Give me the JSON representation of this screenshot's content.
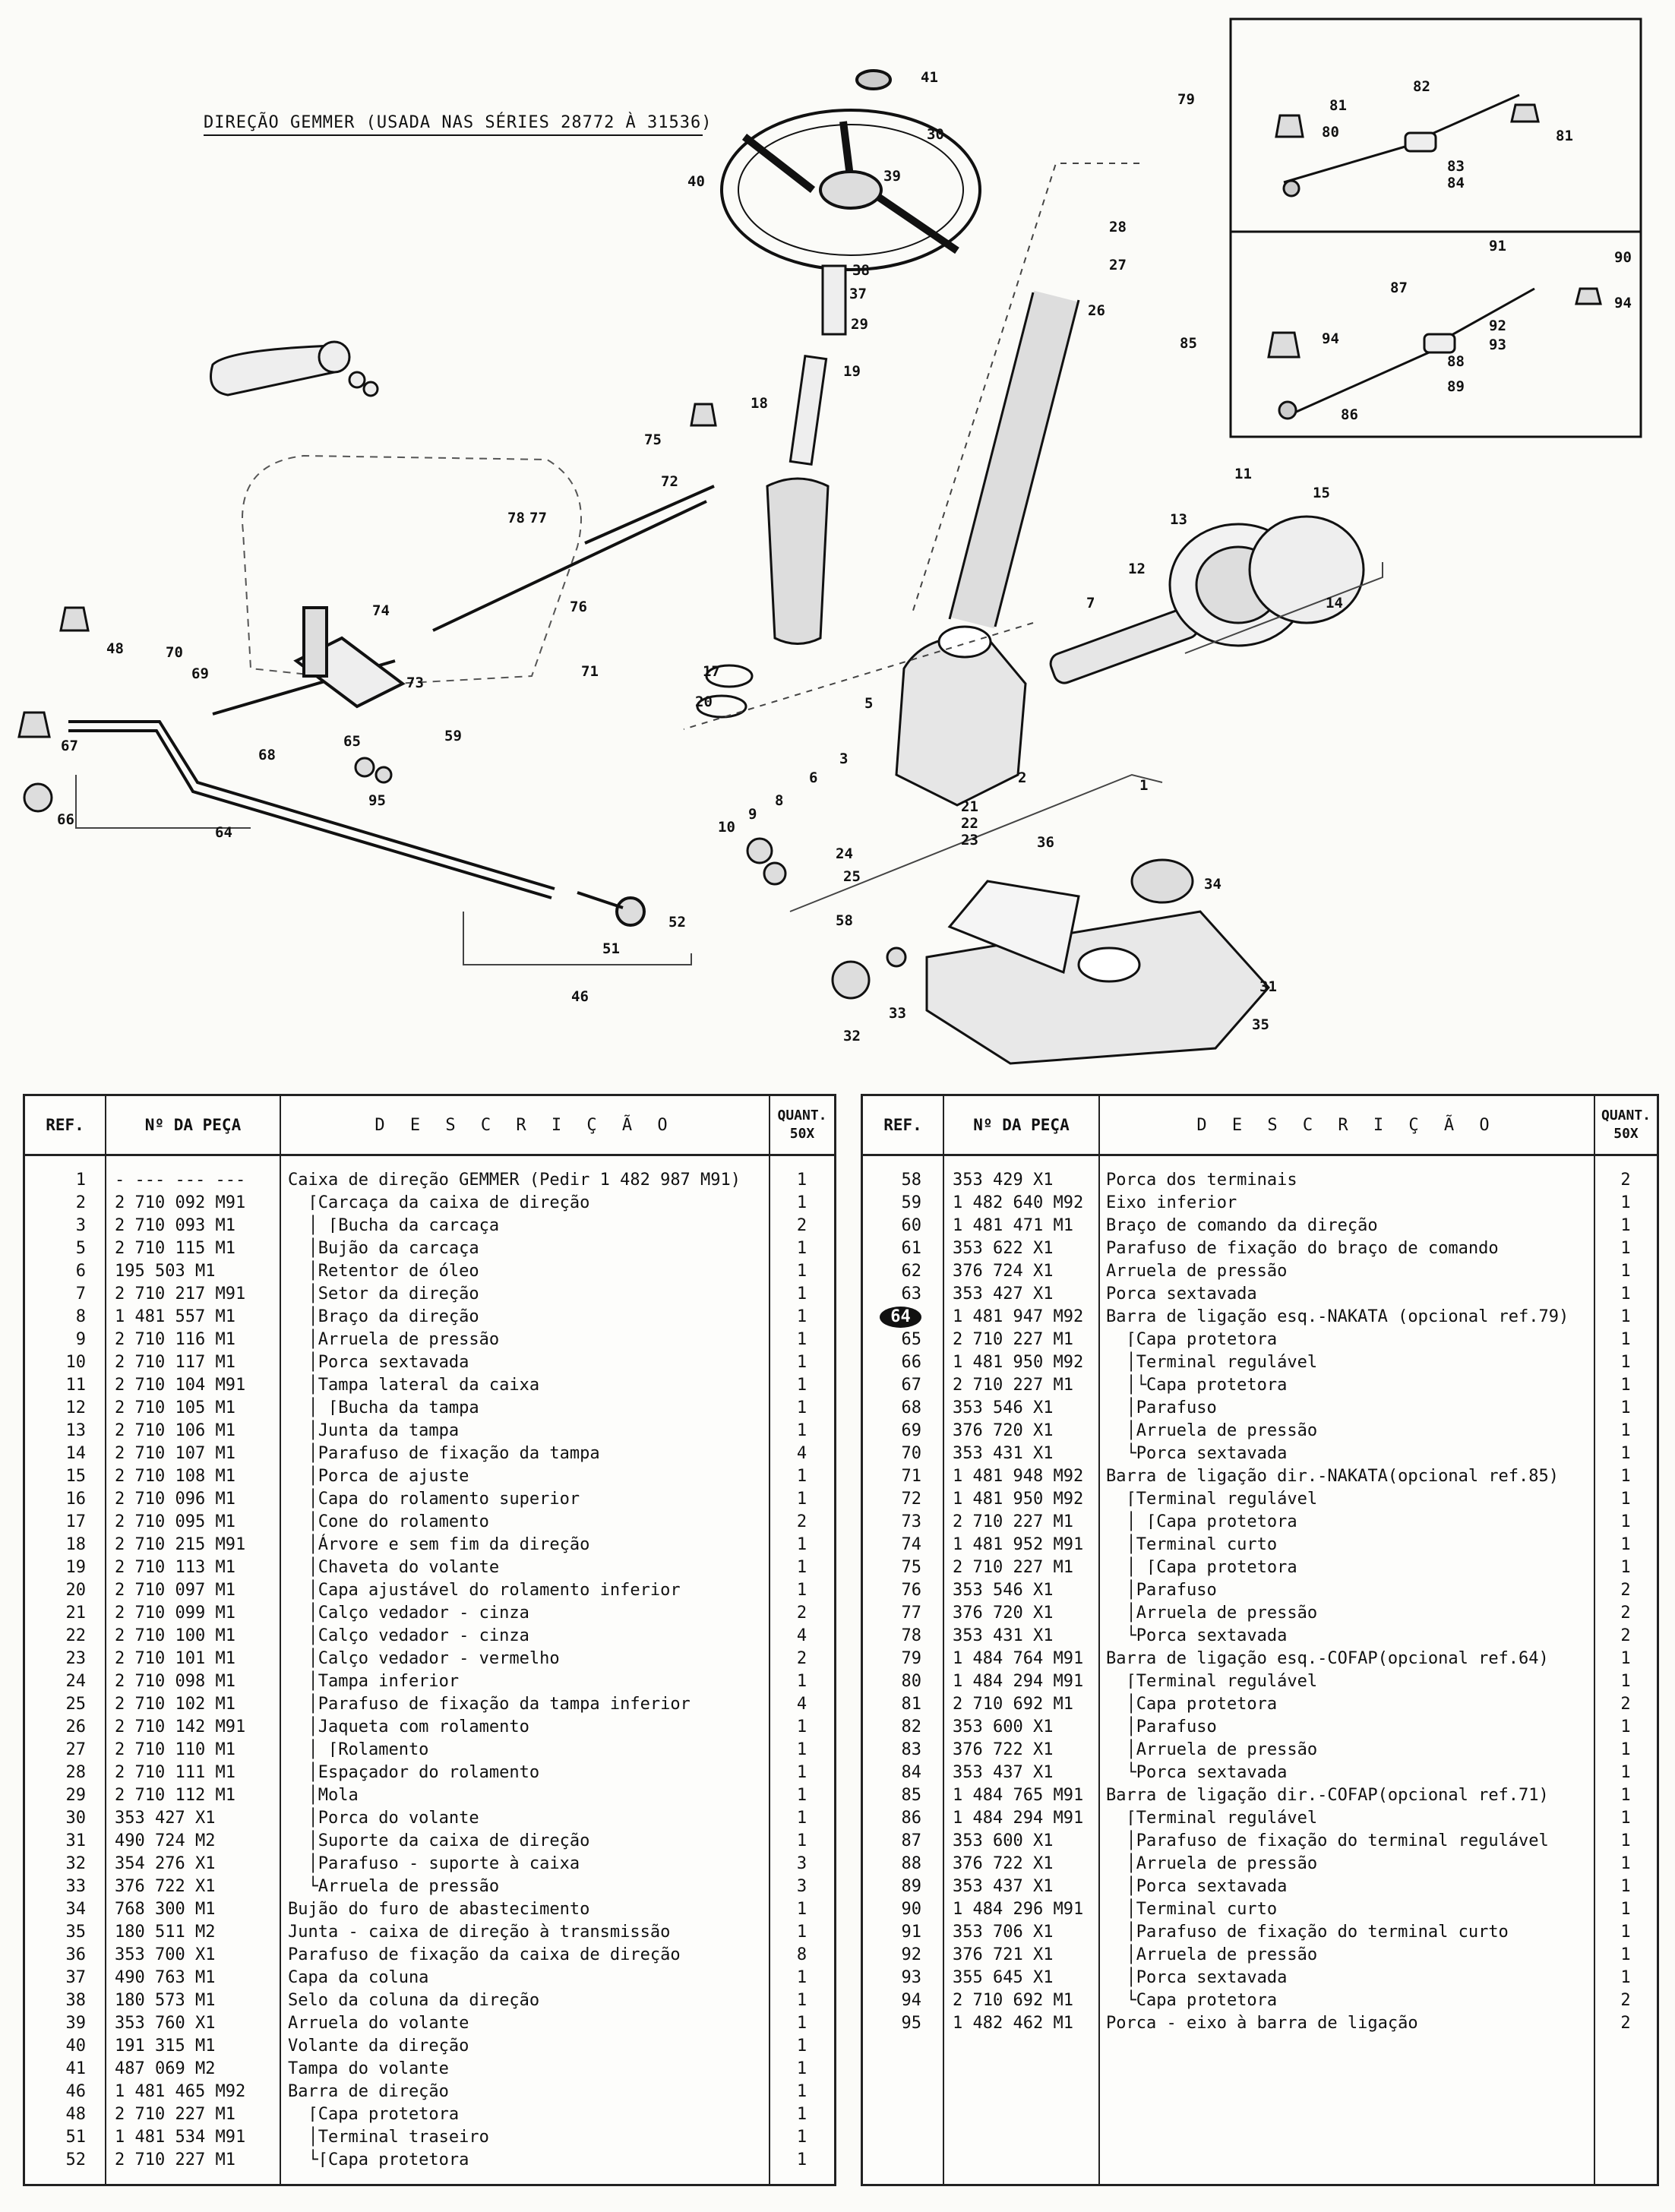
{
  "diagram": {
    "title": "DIREÇÃO GEMMER (USADA NAS SÉRIES 28772 À 31536)",
    "callouts": [
      "1",
      "2",
      "3",
      "5",
      "6",
      "7",
      "8",
      "9",
      "10",
      "11",
      "12",
      "13",
      "14",
      "15",
      "17",
      "18",
      "19",
      "20",
      "21",
      "22",
      "23",
      "24",
      "25",
      "26",
      "27",
      "28",
      "29",
      "30",
      "31",
      "32",
      "33",
      "34",
      "35",
      "36",
      "37",
      "38",
      "39",
      "40",
      "41",
      "46",
      "48",
      "51",
      "52",
      "58",
      "59",
      "64",
      "65",
      "66",
      "67",
      "68",
      "69",
      "70",
      "71",
      "72",
      "73",
      "74",
      "75",
      "76",
      "77",
      "78",
      "79",
      "80",
      "81",
      "81",
      "82",
      "83",
      "84",
      "85",
      "86",
      "87",
      "88",
      "89",
      "90",
      "91",
      "92",
      "93",
      "94",
      "94",
      "95"
    ]
  },
  "left_table": {
    "headers": {
      "ref": "REF.",
      "part": "Nº DA PEÇA",
      "desc": "D E S C R I Ç Ã O",
      "quant_top": "QUANT.",
      "quant_bottom": "50X"
    },
    "rows": [
      {
        "ref": "1",
        "part": "- --- --- ---",
        "desc": "Caixa de direção GEMMER (Pedir 1 482 987 M91)",
        "qty": "1"
      },
      {
        "ref": "2",
        "part": "2 710 092 M91",
        "desc": "  ⌈Carcaça da caixa de direção",
        "qty": "1"
      },
      {
        "ref": "3",
        "part": "2 710 093 M1",
        "desc": "  │ ⌈Bucha da carcaça",
        "qty": "2"
      },
      {
        "ref": "5",
        "part": "2 710 115 M1",
        "desc": "  │Bujão da carcaça",
        "qty": "1"
      },
      {
        "ref": "6",
        "part": "195 503 M1",
        "desc": "  │Retentor de óleo",
        "qty": "1"
      },
      {
        "ref": "7",
        "part": "2 710 217 M91",
        "desc": "  │Setor da direção",
        "qty": "1"
      },
      {
        "ref": "8",
        "part": "1 481 557 M1",
        "desc": "  │Braço da direção",
        "qty": "1"
      },
      {
        "ref": "9",
        "part": "2 710 116 M1",
        "desc": "  │Arruela de pressão",
        "qty": "1"
      },
      {
        "ref": "10",
        "part": "2 710 117 M1",
        "desc": "  │Porca sextavada",
        "qty": "1"
      },
      {
        "ref": "11",
        "part": "2 710 104 M91",
        "desc": "  │Tampa lateral da caixa",
        "qty": "1"
      },
      {
        "ref": "12",
        "part": "2 710 105 M1",
        "desc": "  │ ⌈Bucha da tampa",
        "qty": "1"
      },
      {
        "ref": "13",
        "part": "2 710 106 M1",
        "desc": "  │Junta da tampa",
        "qty": "1"
      },
      {
        "ref": "14",
        "part": "2 710 107 M1",
        "desc": "  │Parafuso de fixação da tampa",
        "qty": "4"
      },
      {
        "ref": "15",
        "part": "2 710 108 M1",
        "desc": "  │Porca de ajuste",
        "qty": "1"
      },
      {
        "ref": "16",
        "part": "2 710 096 M1",
        "desc": "  │Capa do rolamento superior",
        "qty": "1"
      },
      {
        "ref": "17",
        "part": "2 710 095 M1",
        "desc": "  │Cone do rolamento",
        "qty": "2"
      },
      {
        "ref": "18",
        "part": "2 710 215 M91",
        "desc": "  │Árvore e sem fim da direção",
        "qty": "1"
      },
      {
        "ref": "19",
        "part": "2 710 113 M1",
        "desc": "  │Chaveta do volante",
        "qty": "1"
      },
      {
        "ref": "20",
        "part": "2 710 097 M1",
        "desc": "  │Capa ajustável do rolamento inferior",
        "qty": "1"
      },
      {
        "ref": "21",
        "part": "2 710 099 M1",
        "desc": "  │Calço vedador - cinza",
        "qty": "2"
      },
      {
        "ref": "22",
        "part": "2 710 100 M1",
        "desc": "  │Calço vedador - cinza",
        "qty": "4"
      },
      {
        "ref": "23",
        "part": "2 710 101 M1",
        "desc": "  │Calço vedador - vermelho",
        "qty": "2"
      },
      {
        "ref": "24",
        "part": "2 710 098 M1",
        "desc": "  │Tampa inferior",
        "qty": "1"
      },
      {
        "ref": "25",
        "part": "2 710 102 M1",
        "desc": "  │Parafuso de fixação da tampa inferior",
        "qty": "4"
      },
      {
        "ref": "26",
        "part": "2 710 142 M91",
        "desc": "  │Jaqueta com rolamento",
        "qty": "1"
      },
      {
        "ref": "27",
        "part": "2 710 110 M1",
        "desc": "  │ ⌈Rolamento",
        "qty": "1"
      },
      {
        "ref": "28",
        "part": "2 710 111 M1",
        "desc": "  │Espaçador do rolamento",
        "qty": "1"
      },
      {
        "ref": "29",
        "part": "2 710 112 M1",
        "desc": "  │Mola",
        "qty": "1"
      },
      {
        "ref": "30",
        "part": "353 427 X1",
        "desc": "  │Porca do volante",
        "qty": "1"
      },
      {
        "ref": "31",
        "part": "490 724 M2",
        "desc": "  │Suporte da caixa de direção",
        "qty": "1"
      },
      {
        "ref": "32",
        "part": "354 276 X1",
        "desc": "  │Parafuso - suporte à caixa",
        "qty": "3"
      },
      {
        "ref": "33",
        "part": "376 722 X1",
        "desc": "  └Arruela de pressão",
        "qty": "3"
      },
      {
        "ref": "34",
        "part": "768 300 M1",
        "desc": "Bujão do furo de abastecimento",
        "qty": "1"
      },
      {
        "ref": "35",
        "part": "180 511 M2",
        "desc": "Junta - caixa de direção à transmissão",
        "qty": "1"
      },
      {
        "ref": "36",
        "part": "353 700 X1",
        "desc": "Parafuso de fixação da caixa de direção",
        "qty": "8"
      },
      {
        "ref": "37",
        "part": "490 763 M1",
        "desc": "Capa da coluna",
        "qty": "1"
      },
      {
        "ref": "38",
        "part": "180 573 M1",
        "desc": "Selo da coluna da direção",
        "qty": "1"
      },
      {
        "ref": "39",
        "part": "353 760 X1",
        "desc": "Arruela do volante",
        "qty": "1"
      },
      {
        "ref": "40",
        "part": "191 315 M1",
        "desc": "Volante da direção",
        "qty": "1"
      },
      {
        "ref": "41",
        "part": "487 069 M2",
        "desc": "Tampa do volante",
        "qty": "1"
      },
      {
        "ref": "46",
        "part": "1 481 465 M92",
        "desc": "Barra de direção",
        "qty": "1"
      },
      {
        "ref": "48",
        "part": "2 710 227 M1",
        "desc": "  ⌈Capa protetora",
        "qty": "1"
      },
      {
        "ref": "51",
        "part": "1 481 534 M91",
        "desc": "  │Terminal traseiro",
        "qty": "1"
      },
      {
        "ref": "52",
        "part": "2 710 227 M1",
        "desc": "  └⌈Capa protetora",
        "qty": "1"
      }
    ]
  },
  "right_table": {
    "headers": {
      "ref": "REF.",
      "part": "Nº DA PEÇA",
      "desc": "D E S C R I Ç Ã O",
      "quant_top": "QUANT.",
      "quant_bottom": "50X"
    },
    "rows": [
      {
        "ref": "58",
        "part": "353 429 X1",
        "desc": "Porca dos terminais",
        "qty": "2"
      },
      {
        "ref": "59",
        "part": "1 482 640 M92",
        "desc": "Eixo inferior",
        "qty": "1"
      },
      {
        "ref": "60",
        "part": "1 481 471 M1",
        "desc": "Braço de comando da direção",
        "qty": "1"
      },
      {
        "ref": "61",
        "part": "353 622 X1",
        "desc": "Parafuso de fixação do braço de comando",
        "qty": "1"
      },
      {
        "ref": "62",
        "part": "376 724 X1",
        "desc": "Arruela de pressão",
        "qty": "1"
      },
      {
        "ref": "63",
        "part": "353 427 X1",
        "desc": "Porca sextavada",
        "qty": "1"
      },
      {
        "ref": "64",
        "part": "1 481 947 M92",
        "desc": "Barra de ligação esq.-NAKATA (opcional ref.79)",
        "qty": "1",
        "circled": true
      },
      {
        "ref": "65",
        "part": "2 710 227 M1",
        "desc": "  ⌈Capa protetora",
        "qty": "1"
      },
      {
        "ref": "66",
        "part": "1 481 950 M92",
        "desc": "  │Terminal regulável",
        "qty": "1"
      },
      {
        "ref": "67",
        "part": "2 710 227 M1",
        "desc": "  │└Capa protetora",
        "qty": "1"
      },
      {
        "ref": "68",
        "part": "353 546 X1",
        "desc": "  │Parafuso",
        "qty": "1"
      },
      {
        "ref": "69",
        "part": "376 720 X1",
        "desc": "  │Arruela de pressão",
        "qty": "1"
      },
      {
        "ref": "70",
        "part": "353 431 X1",
        "desc": "  └Porca sextavada",
        "qty": "1"
      },
      {
        "ref": "71",
        "part": "1 481 948 M92",
        "desc": "Barra de ligação dir.-NAKATA(opcional ref.85)",
        "qty": "1"
      },
      {
        "ref": "72",
        "part": "1 481 950 M92",
        "desc": "  ⌈Terminal regulável",
        "qty": "1"
      },
      {
        "ref": "73",
        "part": "2 710 227 M1",
        "desc": "  │ ⌈Capa protetora",
        "qty": "1"
      },
      {
        "ref": "74",
        "part": "1 481 952 M91",
        "desc": "  │Terminal curto",
        "qty": "1"
      },
      {
        "ref": "75",
        "part": "2 710 227 M1",
        "desc": "  │ ⌈Capa protetora",
        "qty": "1"
      },
      {
        "ref": "76",
        "part": "353 546 X1",
        "desc": "  │Parafuso",
        "qty": "2"
      },
      {
        "ref": "77",
        "part": "376 720 X1",
        "desc": "  │Arruela de pressão",
        "qty": "2"
      },
      {
        "ref": "78",
        "part": "353 431 X1",
        "desc": "  └Porca sextavada",
        "qty": "2"
      },
      {
        "ref": "79",
        "part": "1 484 764 M91",
        "desc": "Barra de ligação esq.-COFAP(opcional ref.64)",
        "qty": "1"
      },
      {
        "ref": "80",
        "part": "1 484 294 M91",
        "desc": "  ⌈Terminal regulável",
        "qty": "1"
      },
      {
        "ref": "81",
        "part": "2 710 692 M1",
        "desc": "  │Capa protetora",
        "qty": "2"
      },
      {
        "ref": "82",
        "part": "353 600 X1",
        "desc": "  │Parafuso",
        "qty": "1"
      },
      {
        "ref": "83",
        "part": "376 722 X1",
        "desc": "  │Arruela de pressão",
        "qty": "1"
      },
      {
        "ref": "84",
        "part": "353 437 X1",
        "desc": "  └Porca sextavada",
        "qty": "1"
      },
      {
        "ref": "85",
        "part": "1 484 765 M91",
        "desc": "Barra de ligação dir.-COFAP(opcional ref.71)",
        "qty": "1"
      },
      {
        "ref": "86",
        "part": "1 484 294 M91",
        "desc": "  ⌈Terminal regulável",
        "qty": "1"
      },
      {
        "ref": "87",
        "part": "353 600 X1",
        "desc": "  │Parafuso de fixação do terminal regulável",
        "qty": "1"
      },
      {
        "ref": "88",
        "part": "376 722 X1",
        "desc": "  │Arruela de pressão",
        "qty": "1"
      },
      {
        "ref": "89",
        "part": "353 437 X1",
        "desc": "  │Porca sextavada",
        "qty": "1"
      },
      {
        "ref": "90",
        "part": "1 484 296 M91",
        "desc": "  │Terminal curto",
        "qty": "1"
      },
      {
        "ref": "91",
        "part": "353 706 X1",
        "desc": "  │Parafuso de fixação do terminal curto",
        "qty": "1"
      },
      {
        "ref": "92",
        "part": "376 721 X1",
        "desc": "  │Arruela de pressão",
        "qty": "1"
      },
      {
        "ref": "93",
        "part": "355 645 X1",
        "desc": "  │Porca sextavada",
        "qty": "1"
      },
      {
        "ref": "94",
        "part": "2 710 692 M1",
        "desc": "  └Capa protetora",
        "qty": "2"
      },
      {
        "ref": "95",
        "part": "1 482 462 M1",
        "desc": "Porca - eixo à barra de ligação",
        "qty": "2"
      }
    ]
  }
}
